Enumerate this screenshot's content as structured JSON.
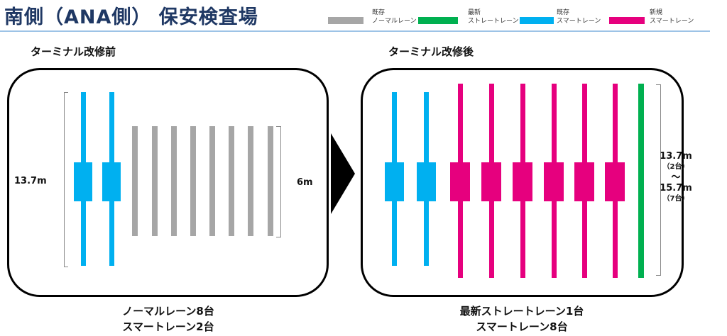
{
  "title": "南側（ANA側） 保安検査場",
  "legend": [
    {
      "line1": "既存",
      "line2": "ノーマルレーン",
      "color": "#a6a6a6"
    },
    {
      "line1": "最新",
      "line2": "ストレートレーン",
      "color": "#00b050"
    },
    {
      "line1": "既存",
      "line2": "スマートレーン",
      "color": "#00b0f0"
    },
    {
      "line1": "新規",
      "line2": "スマートレーン",
      "color": "#e6007e"
    }
  ],
  "before": {
    "caption": "ターミナル改修前",
    "height_label": "13.7m",
    "normal_label": "6m",
    "summary1": "ノーマルレーン8台",
    "summary2": "スマートレーン2台",
    "smart_existing_count": 2,
    "normal_count": 8
  },
  "after": {
    "caption": "ターミナル改修後",
    "label_min": "13.7m",
    "label_min_note": "（2台）",
    "tilde": "～",
    "label_max": "15.7m",
    "label_max_note": "（7台）",
    "summary1": "最新ストレートレーン1台",
    "summary2": "スマートレーン8台",
    "smart_existing_count": 2,
    "smart_new_count": 6,
    "straight_count": 1
  }
}
